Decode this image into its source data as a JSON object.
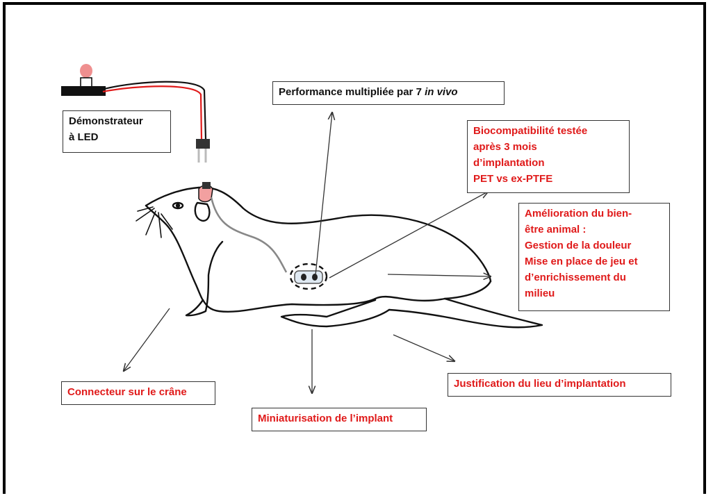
{
  "colors": {
    "annotation_red": "#e01a1a",
    "text_black": "#111111",
    "led_pink": "#ef8f8f"
  },
  "icons": [
    "led-demonstrator-icon",
    "rat-illustration",
    "implant-icon",
    "head-connector-icon"
  ],
  "labels": {
    "led_demonstrator": [
      "Démonstrateur",
      "à LED"
    ],
    "performance": {
      "text": "Performance multipliée par 7 ",
      "italic": "in vivo"
    },
    "biocompatibility": [
      "Biocompatibilité testée",
      "après 3 mois",
      "d’implantation",
      "PET vs ex-PTFE"
    ],
    "welfare": [
      "Amélioration du bien-",
      "être animal :",
      "Gestion de la douleur",
      "Mise en place de jeu et",
      "d’enrichissement du",
      "milieu"
    ],
    "connector": "Connecteur sur le crâne",
    "miniaturisation": "Miniaturisation de l’implant",
    "justification": "Justification du lieu d’implantation"
  }
}
